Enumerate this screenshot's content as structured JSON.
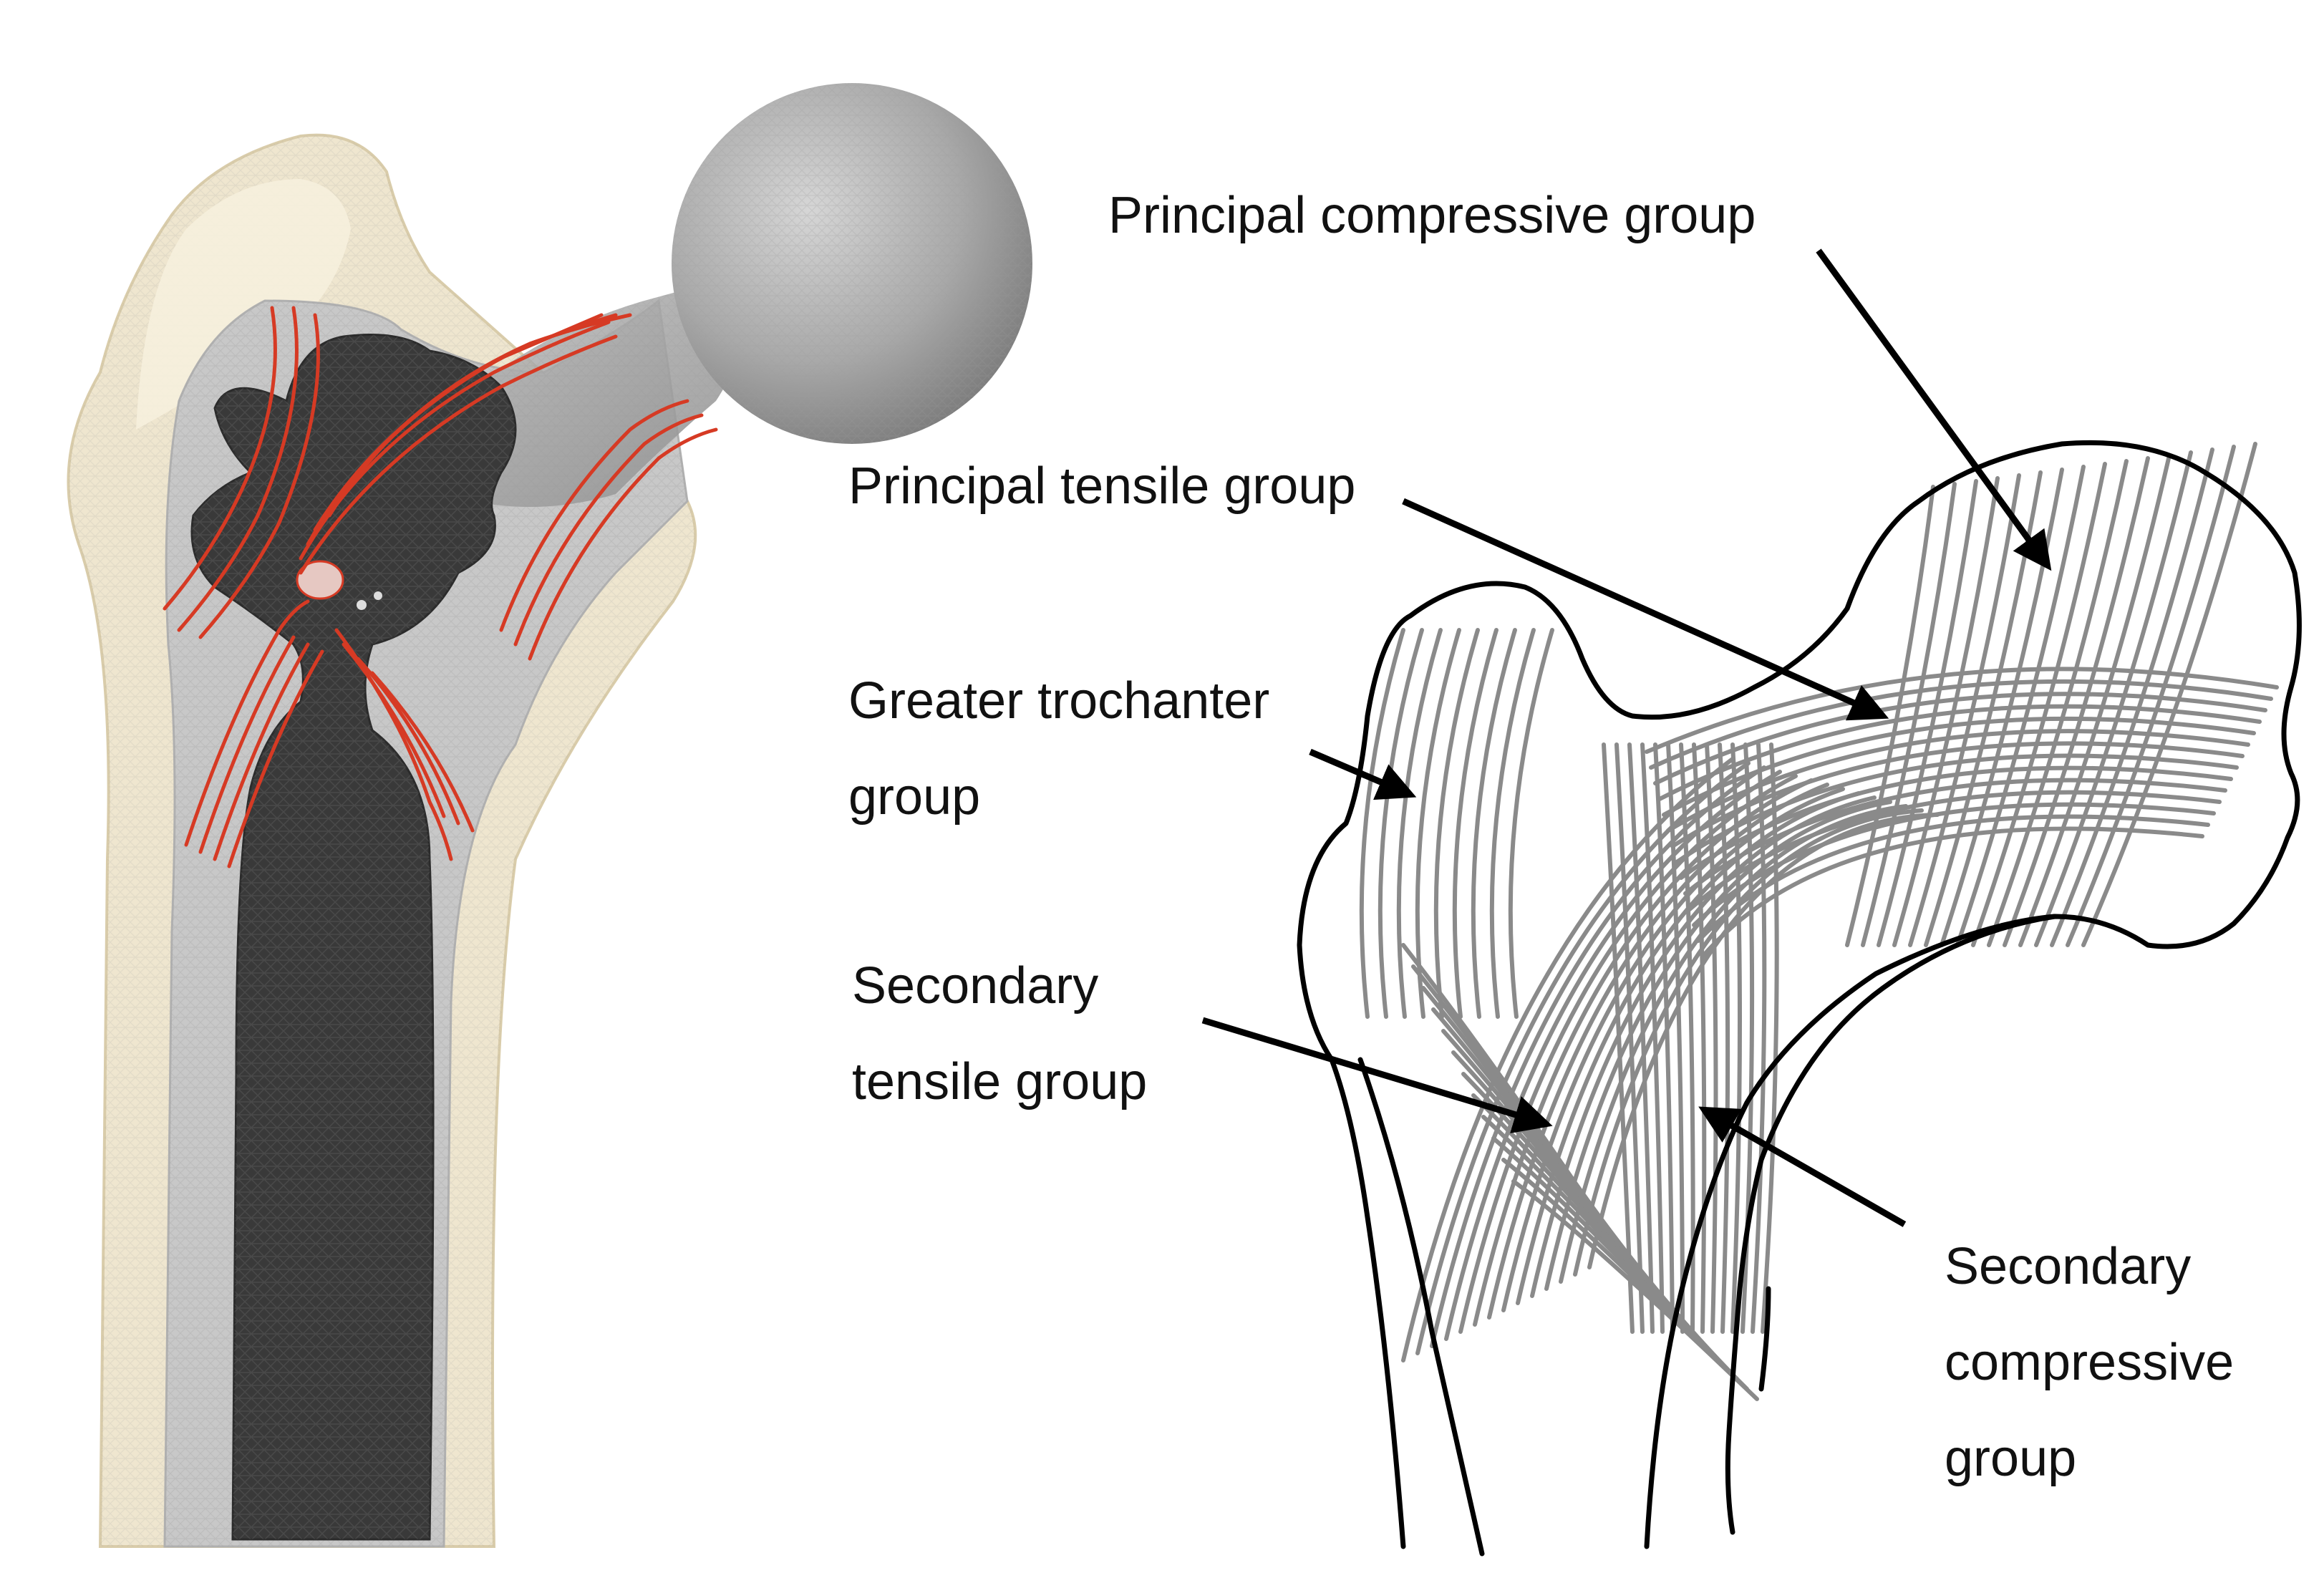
{
  "figure": {
    "labels": {
      "principal_compressive": "Principal compressive group",
      "principal_tensile": "Principal tensile group",
      "greater_trochanter": [
        "Greater trochanter",
        "group"
      ],
      "secondary_tensile": [
        "Secondary",
        "tensile group"
      ],
      "secondary_compressive": [
        "Secondary",
        "compressive",
        "group"
      ]
    },
    "colors": {
      "cortical_bone": "#efe6cf",
      "cortical_edge": "#d9ccaa",
      "cancellous_region": "#c9c9c9",
      "medullary_cavity": "#3a3a3a",
      "implant": "#a5a5a5",
      "trabecular_lines_model": "#d63a24",
      "trabecular_lines_sketch": "#8a8a8a",
      "outline": "#000000"
    }
  }
}
